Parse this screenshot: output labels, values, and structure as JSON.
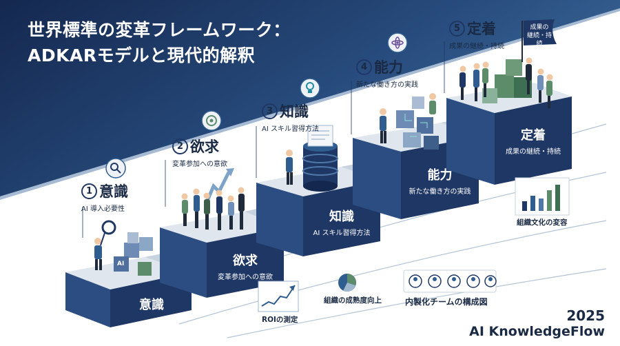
{
  "title": {
    "line1": "世界標準の変革フレームワーク：",
    "line2": "ADKARモデルと現代的解釈"
  },
  "steps": [
    {
      "num": "1",
      "name": "意識",
      "sub": "AI 導入必要性",
      "face_title": "意識",
      "face_sub": ""
    },
    {
      "num": "2",
      "name": "欲求",
      "sub": "変革参加への意欲",
      "face_title": "欲求",
      "face_sub": "変革参加への意欲"
    },
    {
      "num": "3",
      "name": "知識",
      "sub": "AI スキル習得方法",
      "face_title": "知識",
      "face_sub": "AI スキル習得方法"
    },
    {
      "num": "4",
      "name": "能力",
      "sub": "新たな働き方の実践",
      "face_title": "能力",
      "face_sub": "新たな働き方の実践"
    },
    {
      "num": "5",
      "name": "定着",
      "sub": "成果の継続・持続",
      "face_title": "定着",
      "face_sub": "成果の継続・持続"
    }
  ],
  "flag": {
    "line1": "成果の",
    "line2": "継続・持続"
  },
  "cube_label": "AI",
  "annotations": {
    "roi": "ROIの測定",
    "maturity": "組織の成熟度向上",
    "team": "内製化チームの構成図",
    "culture": "組織文化の変容"
  },
  "footer": {
    "year": "2025",
    "brand": "AI KnowledgeFlow"
  },
  "colors": {
    "navy": "#14284f",
    "blue": "#2f5d8f",
    "face": "#1f3764",
    "top": "#dfe6ee",
    "accent_green": "#5c8c6a"
  },
  "icons": [
    "magnifier-icon",
    "target-icon",
    "lightbulb-icon",
    "atom-icon",
    "flag-icon",
    "bar-chart-icon",
    "line-chart-icon",
    "pie-chart-icon",
    "team-icon"
  ]
}
